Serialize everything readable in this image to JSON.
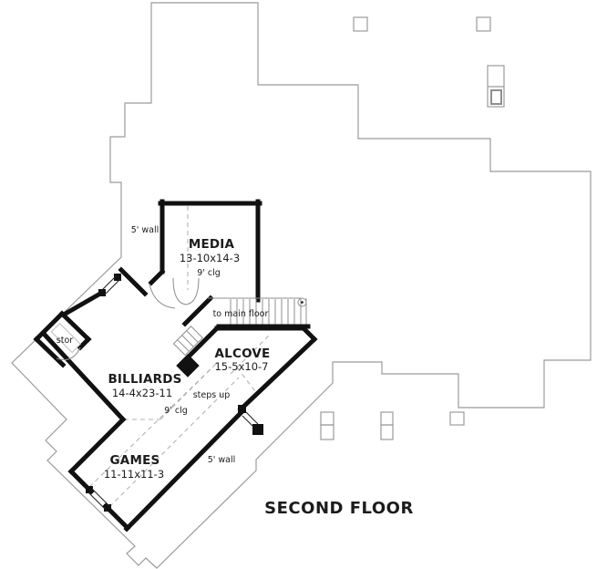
{
  "page": {
    "title": "SECOND FLOOR"
  },
  "plan": {
    "floor_label": "SECOND FLOOR",
    "rooms": {
      "media": {
        "name": "MEDIA",
        "dimensions": "13-10x14-3",
        "ceiling": "9' clg"
      },
      "alcove": {
        "name": "ALCOVE",
        "dimensions": "15-5x10-7"
      },
      "billiards": {
        "name": "BILLIARDS",
        "dimensions": "14-4x23-11",
        "ceiling": "9' clg"
      },
      "games": {
        "name": "GAMES",
        "dimensions": "11-11x11-3"
      },
      "storage": {
        "name": "stor"
      }
    },
    "annotations": {
      "wall_height_top": "5' wall",
      "wall_height_bottom": "5' wall",
      "to_main_floor": "to main floor",
      "steps_up": "steps up"
    },
    "colors": {
      "walls": "#111111",
      "outline": "#9b9b9b",
      "dashed": "#b3b3b3",
      "text": "#1c1c1c",
      "background": "#ffffff"
    }
  }
}
